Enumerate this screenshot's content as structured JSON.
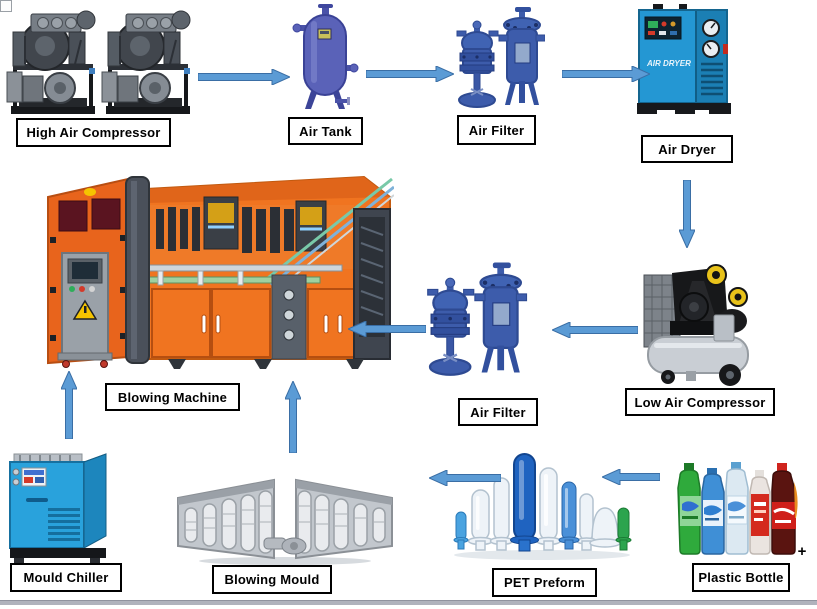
{
  "diagram": {
    "background": "#ffffff",
    "arrow_fill": "#5b9bd5",
    "arrow_border": "#3a6ea5",
    "bottom_bar_color": "#b0b2bc",
    "label_border_color": "#000000"
  },
  "labels": {
    "high_air_compressor": "High Air Compressor",
    "air_tank": "Air Tank",
    "air_filter_top": "Air Filter",
    "air_dryer": "Air Dryer",
    "blowing_machine": "Blowing Machine",
    "air_filter_mid": "Air Filter",
    "low_air_compressor": "Low Air Compressor",
    "mould_chiller": "Mould Chiller",
    "blowing_mould": "Blowing Mould",
    "pet_preform": "PET Preform",
    "plastic_bottle": "Plastic Bottle"
  },
  "equipment_text": {
    "air_dryer_panel": "AIR DRYER"
  },
  "annotations": {
    "plus_sign": "+"
  },
  "flow": [
    "High Air Compressor → Air Tank",
    "Air Tank → Air Filter",
    "Air Filter → Air Dryer",
    "Air Dryer → Low Air Compressor",
    "Low Air Compressor → Air Filter",
    "Air Filter → Blowing Machine",
    "Mould Chiller → Blowing Machine",
    "Blowing Mould → Blowing Machine",
    "PET Preform → Blowing Mould",
    "Plastic Bottle → PET Preform"
  ]
}
